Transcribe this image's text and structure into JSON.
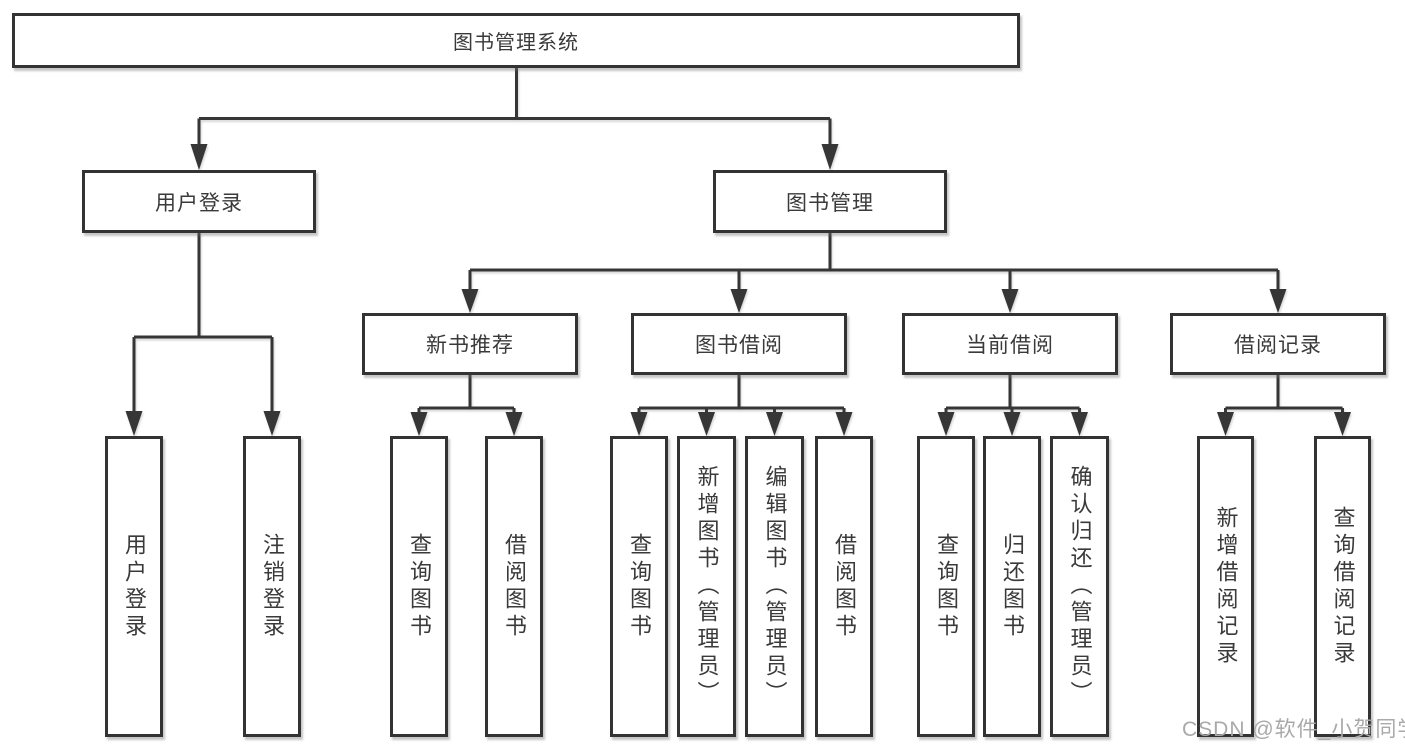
{
  "diagram": {
    "root": "图书管理系统",
    "branches": [
      {
        "label": "用户登录",
        "children": [
          "用户登录",
          "注销登录"
        ]
      },
      {
        "label": "图书管理",
        "sub": [
          {
            "label": "新书推荐",
            "children": [
              "查询图书",
              "借阅图书"
            ]
          },
          {
            "label": "图书借阅",
            "children": [
              "查询图书",
              "新增图书（管理员）",
              "编辑图书（管理员）",
              "借阅图书"
            ]
          },
          {
            "label": "当前借阅",
            "children": [
              "查询图书",
              "归还图书",
              "确认归还（管理员）"
            ]
          },
          {
            "label": "借阅记录",
            "children": [
              "新增借阅记录",
              "查询借阅记录"
            ]
          }
        ]
      }
    ]
  },
  "watermark": "CSDN @软件_小贺同学",
  "colors": {
    "line": "#363636",
    "box_border": "#333333",
    "text": "#3a3a3a",
    "watermark": "#a9a9a9",
    "background": "#ffffff"
  }
}
